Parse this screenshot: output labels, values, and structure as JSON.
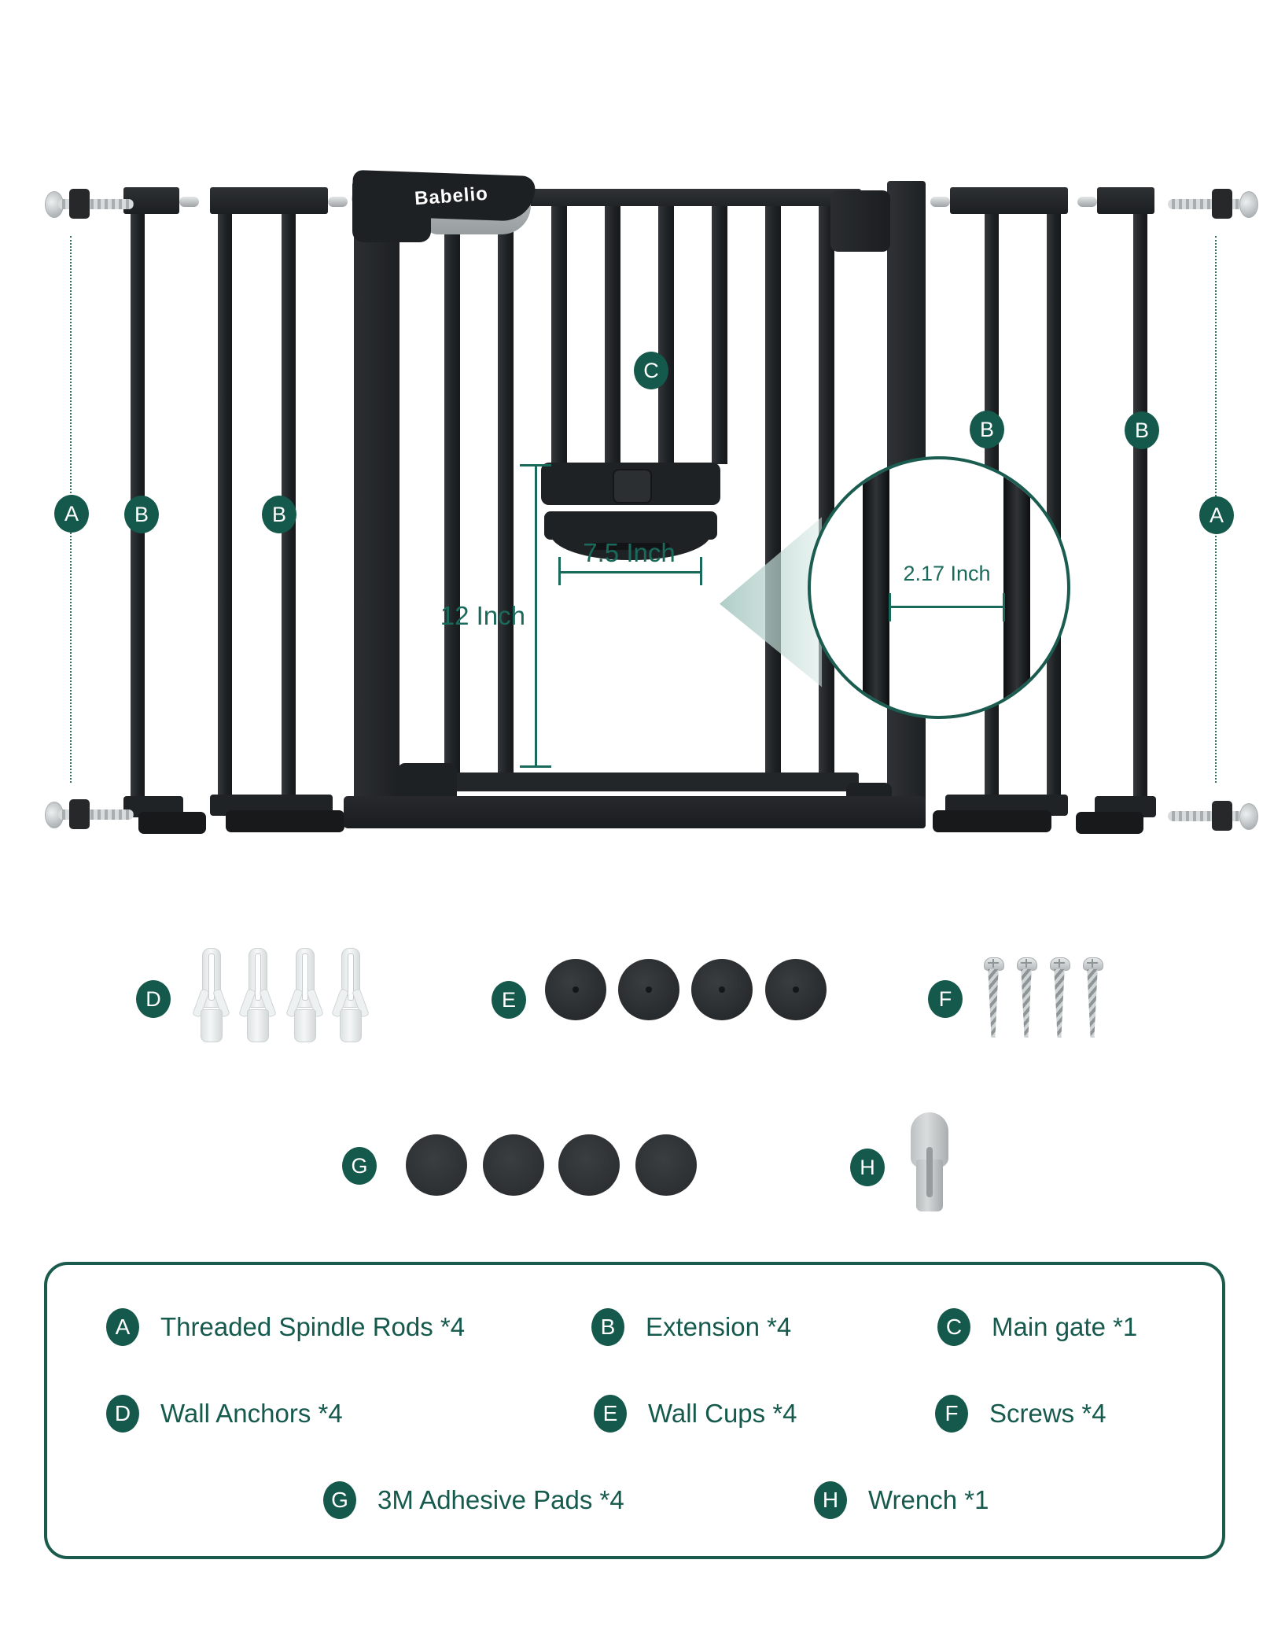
{
  "brand": {
    "logo_text": "Babelio"
  },
  "colors": {
    "badge_teal": "#15594c",
    "legend_border_teal": "#1b5b4e",
    "measure_teal": "#1a6a5c",
    "gate_black": "#1f2224",
    "metal_silver": "#c2c7c8",
    "callout_teal_light": "#cfe3df"
  },
  "diagram": {
    "badges": {
      "left_rod": "A",
      "left_ext_single": "B",
      "left_ext_double": "B",
      "main_gate": "C",
      "right_ext_double": "B",
      "right_ext_single": "B",
      "right_rod": "A"
    },
    "measurements": {
      "door_width": "7.5 Inch",
      "door_height": "12 Inch",
      "bar_gap": "2.17 Inch"
    }
  },
  "hardware": {
    "badges": {
      "anchors": "D",
      "cups": "E",
      "screws": "F",
      "pads": "G",
      "wrench": "H"
    }
  },
  "legend": {
    "items": [
      {
        "letter": "A",
        "label": "Threaded Spindle Rods *4"
      },
      {
        "letter": "B",
        "label": "Extension *4"
      },
      {
        "letter": "C",
        "label": "Main gate *1"
      },
      {
        "letter": "D",
        "label": "Wall Anchors *4"
      },
      {
        "letter": "E",
        "label": "Wall Cups *4"
      },
      {
        "letter": "F",
        "label": "Screws *4"
      },
      {
        "letter": "G",
        "label": "3M Adhesive Pads *4"
      },
      {
        "letter": "H",
        "label": "Wrench *1"
      }
    ]
  }
}
